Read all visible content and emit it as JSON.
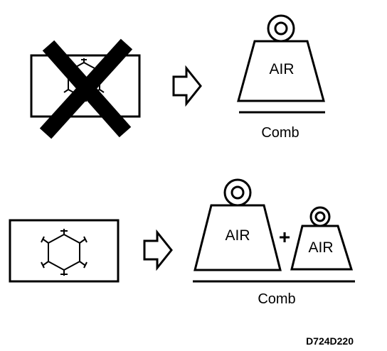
{
  "top_row": {
    "weight_label": "AIR",
    "base_label": "Comb"
  },
  "bottom_row": {
    "weight_large_label": "AIR",
    "plus_sign": "+",
    "weight_small_label": "AIR",
    "base_label": "Comb"
  },
  "figure_id": "D724D220",
  "colors": {
    "ink": "#000000",
    "background": "#ffffff"
  },
  "icons": {
    "top_frame": "frame-with-crossed-out-snowflake-icon",
    "bottom_frame": "frame-with-hexagon-snowflake-icon",
    "arrow": "outline-right-arrow-icon",
    "weight": "weight-icon"
  }
}
